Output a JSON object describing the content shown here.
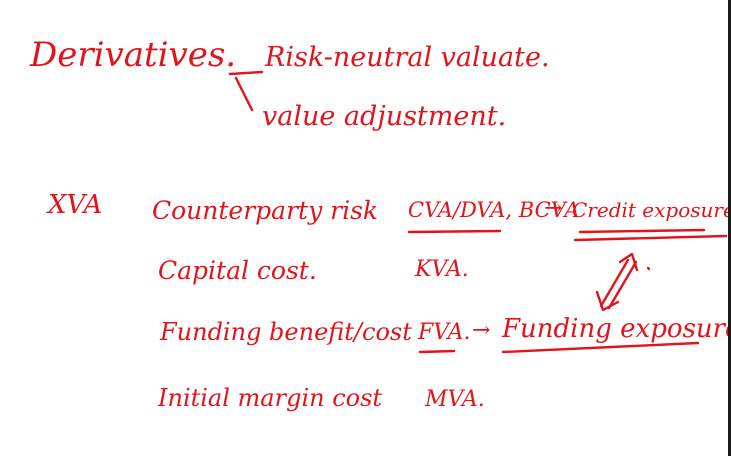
{
  "ink_color": "#e1141b",
  "heading": {
    "term": "Derivatives.",
    "branch_1": "Risk-neutral valuate.",
    "branch_2": "value adjustment."
  },
  "xva": {
    "label": "XVA",
    "rows": [
      {
        "driver": "Counterparty risk",
        "measure": "CVA/DVA, BCVA",
        "arrow": "→",
        "exposure": "Credit exposure"
      },
      {
        "driver": "Capital cost.",
        "measure": "KVA."
      },
      {
        "driver": "Funding benefit/cost",
        "measure": "FVA.",
        "arrow": "→",
        "exposure": "Funding exposure"
      },
      {
        "driver": "Initial margin cost",
        "measure": "MVA."
      }
    ]
  }
}
